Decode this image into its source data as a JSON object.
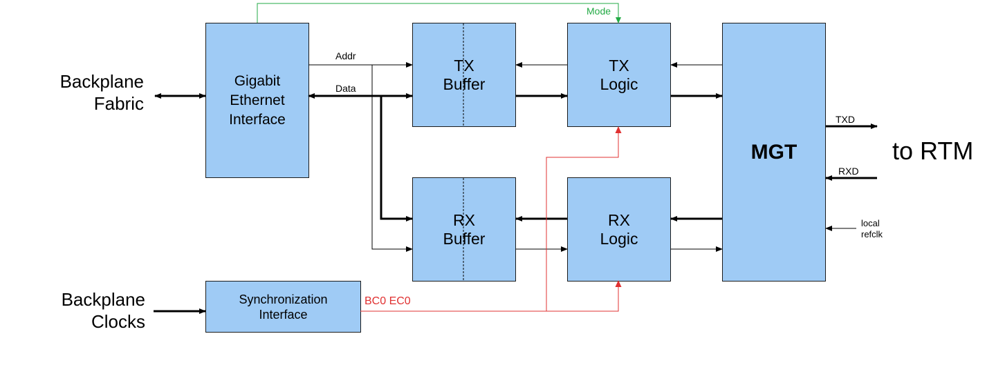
{
  "blocks": {
    "gbe": "Gigabit\nEthernet\nInterface",
    "sync": "Synchronization\nInterface",
    "tx_buffer": "TX\nBuffer",
    "rx_buffer": "RX\nBuffer",
    "tx_logic": "TX\nLogic",
    "rx_logic": "RX\nLogic",
    "mgt": "MGT"
  },
  "external": {
    "backplane_fabric": "Backplane\nFabric",
    "backplane_clocks": "Backplane\nClocks",
    "to_rtm": "to RTM"
  },
  "signals": {
    "addr": "Addr",
    "data": "Data",
    "mode": "Mode",
    "txd": "TXD",
    "rxd": "RXD",
    "local_refclk": "local\nrefclk",
    "bc0_ec0": "BC0 EC0"
  },
  "colors": {
    "block_fill": "#9fcbf5",
    "control_line": "#e03030",
    "mode_line": "#22aa44",
    "data_line": "#000000"
  }
}
